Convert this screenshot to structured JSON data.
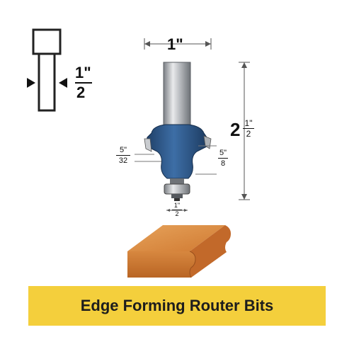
{
  "product": {
    "title": "Edge Forming Router Bits"
  },
  "shank_callout": {
    "whole": "1\"",
    "denominator": "2"
  },
  "dimensions": {
    "width": "1\"",
    "height_whole": "2",
    "height_num": "1\"",
    "height_den": "2",
    "cut_depth_num": "5\"",
    "cut_depth_den": "8",
    "radius_num": "5\"",
    "radius_den": "32",
    "bearing_num": "1\"",
    "bearing_den": "2"
  },
  "colors": {
    "banner": "#f4cf3c",
    "cutter_blue": "#2f5a8c",
    "wood": "#d9833a"
  }
}
